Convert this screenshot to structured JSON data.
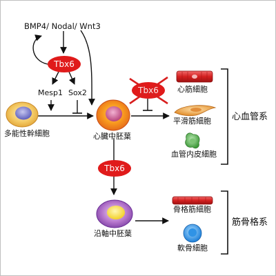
{
  "signals": "BMP4/ Nodal/ Wnt3",
  "tbx6": "Tbx6",
  "mesp1": "Mesp1",
  "sox2": "Sox2",
  "pluripotent_stem_cell": "多能性幹細胞",
  "cardiac_mesoderm": "心臓中胚葉",
  "paraxial_mesoderm": "沿軸中胚葉",
  "cardiomyocyte": "心筋細胞",
  "smooth_muscle_cell": "平滑筋細胞",
  "endothelial_cell": "血管内皮細胞",
  "skeletal_muscle_cell": "骨格筋細胞",
  "chondrocyte": "軟骨細胞",
  "cardiovascular_system": "心血管系",
  "musculoskeletal_system": "筋骨格系",
  "colors": {
    "tbx6_red": "#e01b1b",
    "arrow": "#111111",
    "cross": "#d81e1e"
  }
}
